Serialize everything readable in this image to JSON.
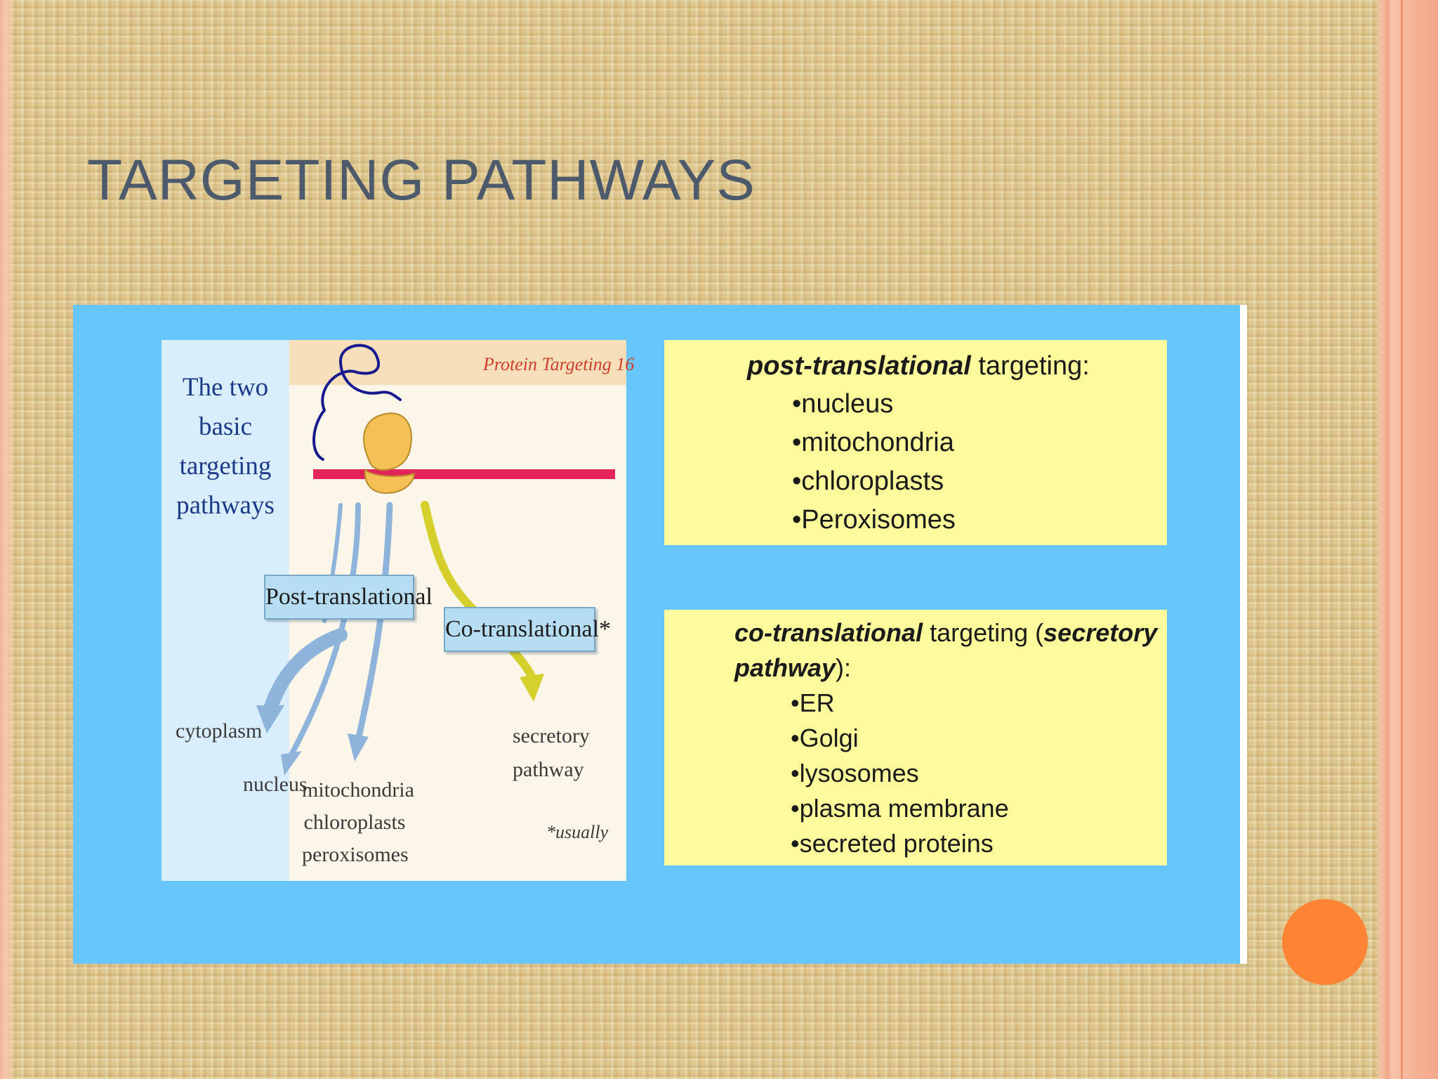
{
  "slide": {
    "title": "TARGETING PATHWAYS"
  },
  "diagram": {
    "side_lines": [
      "The two",
      "basic",
      "targeting",
      "pathways"
    ],
    "watermark": "Protein Targeting 16",
    "post_label": "Post-translational",
    "co_label": "Co-translational*",
    "destinations": {
      "cytoplasm": "cytoplasm",
      "nucleus": "nucleus",
      "organelles": [
        "mitochondria",
        "chloroplasts",
        "peroxisomes"
      ],
      "secretory": [
        "secretory",
        "pathway"
      ],
      "footnote": "*usually"
    },
    "colors": {
      "membrane": "#e3245a",
      "ribosome": "#f5c055",
      "mrna": "#1a1a90",
      "post_arrow": "#8fb4dc",
      "co_arrow": "#d4cf2a"
    }
  },
  "post_box": {
    "heading_emph": "post-translational",
    "heading_rest": " targeting:",
    "items": [
      "•nucleus",
      "•mitochondria",
      "•chloroplasts",
      "•Peroxisomes"
    ]
  },
  "co_box": {
    "heading_emph1": "co-translational",
    "heading_mid": " targeting (",
    "heading_emph2": "secretory",
    "heading_line2_emph": "pathway",
    "heading_line2_rest": "):",
    "items": [
      "•ER",
      "•Golgi",
      "•lysosomes",
      "•plasma membrane",
      "•secreted proteins"
    ]
  }
}
